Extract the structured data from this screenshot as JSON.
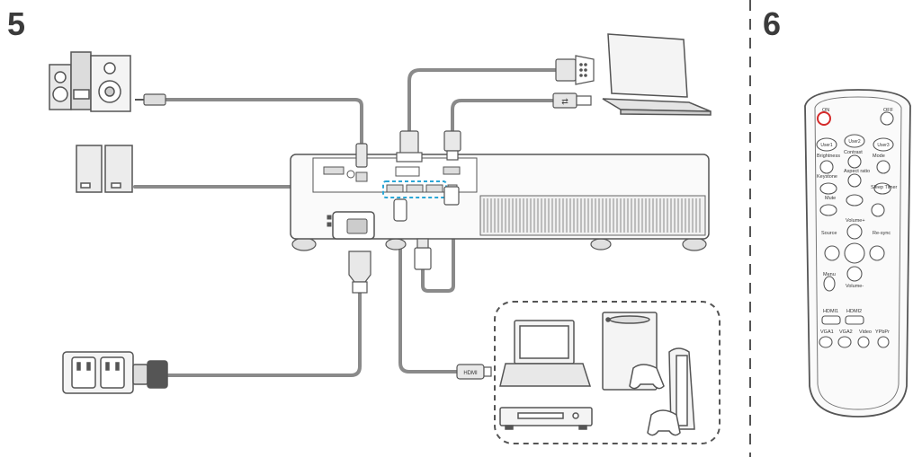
{
  "steps": {
    "connect": "5",
    "remote": "6"
  },
  "colors": {
    "cable": "#8a8a8a",
    "outline": "#555555",
    "highlight": "#2aa6d6",
    "power_button": "#d42a2a"
  },
  "remote": {
    "on_label": "ON",
    "off_label": "OFF",
    "user1": "User1",
    "user2": "User2",
    "user3": "User3",
    "brightness": "Brightness",
    "contrast": "Contrast",
    "mode": "Mode",
    "aspect_ratio": "Aspect ratio",
    "keystone": "Keystone",
    "sleep_timer": "Sleep Timer",
    "mute": "Mute",
    "volume_up": "Volume+",
    "source": "Source",
    "re_sync": "Re-sync",
    "menu": "Menu",
    "volume_down": "Volume-",
    "hdmi1": "HDMI1",
    "hdmi2": "HDMI2",
    "vga1": "VGA1",
    "vga2": "VGA2",
    "video": "Video",
    "ypbpr": "YPbPr"
  },
  "connector_labels": {
    "hdmi_plug": "HDMI"
  },
  "icons": [
    "stereo-system-icon",
    "speakers-icon",
    "laptop-icon",
    "power-outlet-icon",
    "media-devices-icon",
    "remote-control-icon"
  ]
}
